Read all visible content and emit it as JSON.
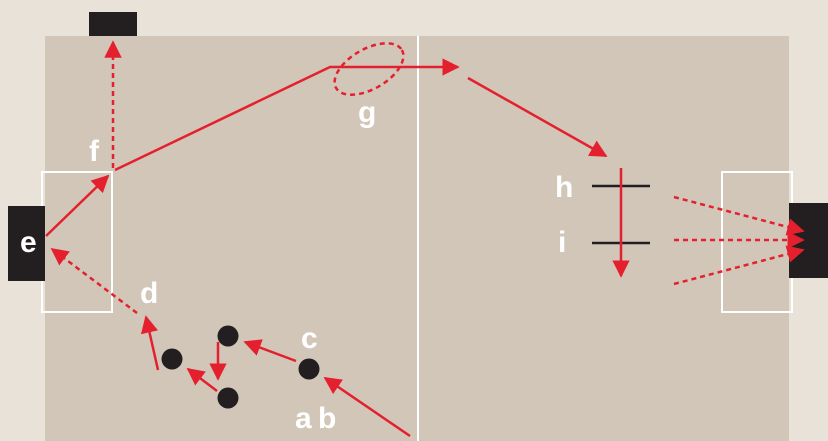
{
  "colors": {
    "background": "#e8e2d9",
    "field": "#d1c6b8",
    "lines": "#ffffff",
    "arrow": "#e5202e",
    "goal": "#231f20",
    "marker": "#231f20"
  },
  "labels": {
    "a": "a",
    "b": "b",
    "c": "c",
    "d": "d",
    "e": "e",
    "f": "f",
    "g": "g",
    "h": "h",
    "i": "i"
  }
}
